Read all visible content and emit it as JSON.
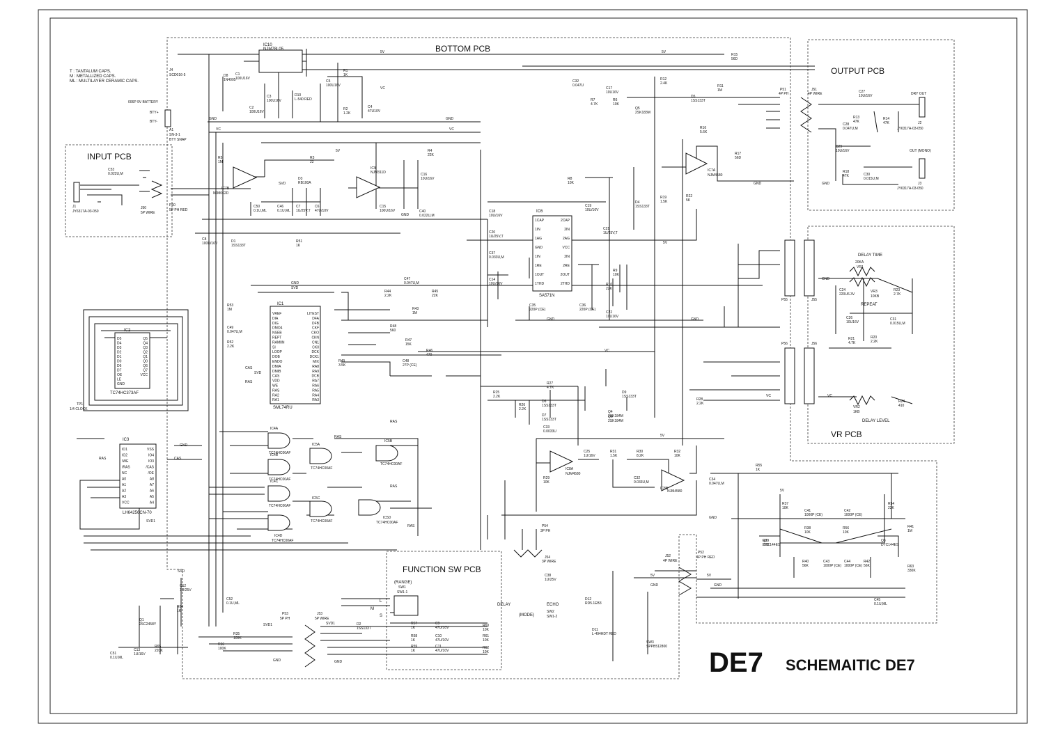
{
  "sections": {
    "bottom": "BOTTOM PCB",
    "output": "OUTPUT PCB",
    "input": "INPUT PCB",
    "vr": "VR PCB",
    "function_sw": "FUNCTION SW PCB"
  },
  "title": {
    "model": "DE7",
    "caption": "SCHEMAITIC DE7"
  },
  "legend": [
    "T : TANTALUM CAPS.",
    "M : METALLIZED CAPS.",
    "ML : MULTILAYER CERAMIC CAPS."
  ],
  "controls": {
    "delay_time": "DELAY TIME",
    "repeat": "REPEAT",
    "delay_level": "DELAY LEVEL",
    "range": "(RANGE)",
    "delay": "DELAY",
    "echo": "ECHO",
    "mode": "(MODE)",
    "sw2": "SW2",
    "sw1_2": "SW1-2",
    "l": "L",
    "m": "M",
    "s": "S",
    "sw1": "SW1",
    "sw1_1": "SW1-1"
  },
  "jacks": {
    "dry_out": "DRY OUT",
    "out_mono": "OUT (MONO)",
    "j2": "J2",
    "j3": "J3",
    "jack_part": "JY6317A-03-050",
    "j1": "J1",
    "j1_part": "JY6317A-03-050"
  },
  "power": {
    "battery": "006P 9V BATTERY",
    "bty_plus": "BTY+",
    "bty_minus": "BTY-",
    "a1": "A1",
    "sn31": "SN-3-1",
    "bty_snap": "BTY SNAP",
    "j4": "J4",
    "j4_part": "SCD016-5",
    "tp1": "TP1",
    "clock": "1/4 CLOCK"
  },
  "ics": {
    "ic1_name": "IC1",
    "ic1_part": "SML74RU",
    "ic2_name": "IC2",
    "ic2_part": "TC74HC373AF",
    "ic3_name": "IC3",
    "ic3_part": "LH64256CN-70",
    "ic6_name": "IC6",
    "ic6_part": "SA571N",
    "ic10_name": "IC10",
    "ic10_part": "NJM78L05",
    "ic4a": "IC4A",
    "ic4b": "IC4B",
    "ic4c": "IC4C",
    "ic4d": "IC4D",
    "ic4_part": "TC74HC00AF",
    "ic5a": "IC5A",
    "ic5b": "IC5B",
    "ic5c": "IC5C",
    "ic5d": "IC5D",
    "ic5_part": "TC74HC00AF",
    "ic7a": "IC7A",
    "ic7_part": "NJM4580",
    "ic7b": "IC7B",
    "ic7b_part": "NJM062D",
    "ic8a": "IC8A",
    "ic8b": "IC8B",
    "ic8_part": "NJM4580",
    "ic9": "IC9",
    "ic9_part": "NJM311D"
  },
  "ic1_pins_left": [
    "VREF",
    "DIA",
    "DIG",
    "DMO4",
    "NSEB",
    "REPT",
    "RAMIIN",
    "SI",
    "LOOP",
    "DOB",
    "ENDO",
    "DMIA",
    "DMIB",
    "CAS",
    "VDD",
    "WE",
    "RAS",
    "RA2",
    "RA1"
  ],
  "ic1_pins_right": [
    "LITEST",
    "DFA",
    "DFB",
    "CKF",
    "CKO",
    "CKN",
    "CN1",
    "CK0",
    "DCK",
    "DCK1",
    "MIX",
    "RA8",
    "RA9",
    "DCB",
    "RA7",
    "RA6",
    "RA5",
    "RA4",
    "RA3"
  ],
  "ic2_pins_left": [
    "D5",
    "D4",
    "D3",
    "D2",
    "D1",
    "D0",
    "D6",
    "D7",
    "OE",
    "LE",
    "GND"
  ],
  "ic2_pins_right": [
    "Q5",
    "Q4",
    "Q3",
    "Q2",
    "Q1",
    "Q0",
    "Q6",
    "Q7",
    "VCC"
  ],
  "ic3_pins_left": [
    "IO1",
    "IO2",
    "/WE",
    "/RAS",
    "NC",
    "A0",
    "A1",
    "A2",
    "A3",
    "VCC"
  ],
  "ic3_pins_right": [
    "VSS",
    "IO4",
    "IO3",
    "/CAS",
    "/OE",
    "A8",
    "A7",
    "A6",
    "A5",
    "A4"
  ],
  "ic6_pins_left": [
    "1CAP",
    "1IN",
    "1AG",
    "GND",
    "1IN",
    "1RE",
    "1OUT",
    "1THD"
  ],
  "ic6_pins_right": [
    "2CAP",
    "2IN",
    "2AG",
    "VCC",
    "2IN",
    "2RE",
    "2OUT",
    "2THD"
  ],
  "nets": {
    "v5": "5V",
    "vc": "VC",
    "gnd": "GND",
    "svd": "SVD",
    "svd1": "SVD1",
    "cas": "CAS",
    "ras": "RAS"
  },
  "connectors": {
    "p51": "P51",
    "p51_desc": "4P PH",
    "j51": "J51",
    "j51_desc": "4P WIRE",
    "p50": "P50",
    "p50_desc": "5P PH RED",
    "j50": "J50",
    "j50_desc": "5P WIRE",
    "p52": "P52",
    "p52_desc": "4P PH RED",
    "j52": "J52",
    "j52_desc": "4P WIRE",
    "p53": "P53",
    "p53_desc": "5P PH",
    "j53": "J53",
    "j53_desc": "5P WIRE",
    "p54": "P54",
    "p54_desc": "3P PH",
    "j54": "J54",
    "j54_desc": "3P WIRE",
    "p55": "P55",
    "j55": "J55",
    "p56": "P56",
    "j56": "J56"
  },
  "parts": {
    "r15": "R15",
    "r15v": "56D",
    "r11": "R11",
    "r11v": "1M",
    "r12": "R12",
    "r12v": "2.4K",
    "r7": "R7",
    "r7v": "4.7K",
    "r6": "R6",
    "r6v": "10K",
    "r8": "R8",
    "r8v": "10K",
    "r16": "R16",
    "r16v": "5.6K",
    "r17": "R17",
    "r17v": "56D",
    "r19": "R19",
    "r19v": "1.5K",
    "r22": "R22",
    "r22v": "5K",
    "r1": "R1",
    "r1v": "1K",
    "r2": "R2",
    "r2v": "1.2K",
    "r3": "R3",
    "r3v": "22",
    "r4": "R4",
    "r4v": "22K",
    "r5": "R5",
    "r5v": "1M",
    "r51": "R51",
    "r51v": "1K",
    "r9": "R9",
    "r9v": "10K",
    "r10": "R10",
    "r10v": "22K",
    "r45": "R45",
    "r45v": "22K",
    "r44": "R44",
    "r44v": "2.2K",
    "r43": "R43",
    "r43v": "1M",
    "r48": "R48",
    "r48v": "560",
    "r47": "R47",
    "r47v": "15K",
    "r46": "R46",
    "r46v": "470",
    "r49": "R49",
    "r49v": "3.5K",
    "r52": "R52",
    "r52v": "2.2K",
    "r53": "R53",
    "r53v": "1M",
    "r25": "R25",
    "r25v": "2.2K",
    "r26": "R26",
    "r26v": "2.2K",
    "r27": "R27",
    "r27v": "4.7K",
    "r28": "R28",
    "r28v": "2.2K",
    "r31": "R31",
    "r31v": "1.5K",
    "r30": "R30",
    "r30v": "8.2K",
    "r32": "R32",
    "r32v": "10K",
    "r29": "R29",
    "r29v": "10K",
    "r35": "R35",
    "r35v": "100K",
    "r36": "R36",
    "r36v": "100K",
    "r37": "R37",
    "r37v": "10K",
    "r38": "R38",
    "r38v": "10K",
    "r39": "R39",
    "r39v": "22D",
    "r40": "R40",
    "r40v": "56K",
    "r54": "R54",
    "r54v": "22K",
    "r41": "R41",
    "r41v": "1M",
    "r42": "R42",
    "r42v": "56K",
    "r63": "R63",
    "r63v": "330K",
    "r55": "R55",
    "r55v": "1K",
    "r56": "R56",
    "r56v": "10K",
    "r57": "R57",
    "r57v": "1K",
    "r58": "R58",
    "r58v": "1K",
    "r59": "R59",
    "r59v": "1K",
    "r60": "R60",
    "r60v": "10K",
    "r61": "R61",
    "r61v": "10K",
    "r62": "R62",
    "r62v": "10K",
    "r64": "R64",
    "r64v": "1K",
    "r65": "R65",
    "r65v": "220K",
    "r13": "R13",
    "r13v": "47K",
    "r14": "R14",
    "r14v": "47K",
    "r18": "R18",
    "r18v": "47K",
    "r20": "R20",
    "r20v": "2.2K",
    "r21": "R21",
    "r21v": "4.7K",
    "r23": "R23",
    "r23v": "2.7K",
    "r24": "R24",
    "r24v": "410",
    "c27": "C27",
    "c27v": "10U/16V",
    "c28": "C28",
    "c28v": "0.047U,M",
    "c29": "C29",
    "c29v": "10U/16V",
    "c30": "C30",
    "c30v": "0.015U,M",
    "c53": "C53",
    "c53v": "0.022U,M",
    "c1": "C1",
    "c1v": "100U16V",
    "c2": "C2",
    "c2v": "100U16V",
    "c3": "C3",
    "c3v": "100U16V",
    "c4": "C4",
    "c4v": "47U10V",
    "c5": "C5",
    "c5v": "100U16V",
    "c16": "C16",
    "c16v": "10U/16V",
    "c17": "C17",
    "c17v": "10U16V",
    "c32": "C32",
    "c32v": "0.047U",
    "c15": "C15",
    "c15v": "100U/16V",
    "c40": "C40",
    "c40v": "0.022U,M",
    "c50": "C50",
    "c50v": "0.1U,ML",
    "c46": "C46",
    "c46v": "0.1U,ML",
    "c7": "C7",
    "c7v": "1U/25V,T",
    "c6": "C6",
    "c6v": "47U/10V",
    "c8": "C8",
    "c8v": "100U/16V",
    "c18": "C18",
    "c18v": "10U/16V",
    "c20": "C20",
    "c20v": "1U/25V,T",
    "c37": "C37",
    "c37v": "0.033U,M",
    "c14": "C14",
    "c14v": "10U/16V",
    "c19": "C19",
    "c19v": "10U/16V",
    "c21": "C21",
    "c21v": "1U/25V,T",
    "c35": "C35",
    "c35v": "220P (CE)",
    "c36": "C36",
    "c36v": "220P (CE)",
    "c22": "C22",
    "c22v": "10U16V",
    "c47": "C47",
    "c47v": "0.047U,M",
    "c49": "C49",
    "c49v": "0.047U,M",
    "c48": "C48",
    "c48v": "27P (CE)",
    "c33": "C33",
    "c33v": "0.0033U",
    "c25": "C25",
    "c25v": "1U/16V",
    "c32b": "C32",
    "c32bv": "0.033U,M",
    "c34": "C34",
    "c34v": "0.047U,M",
    "c24": "C24",
    "c24v": "220U6.3V",
    "c26": "C26",
    "c26v": "10U16V",
    "c31": "C31",
    "c31v": "0.015U,M",
    "c41": "C41",
    "c41v": "1000P (CE)",
    "c42": "C42",
    "c42v": "1000P (CE)",
    "c43": "C43",
    "c43v": "1000P (CE)",
    "c44": "C44",
    "c44v": "1000P (CE)",
    "c45": "C45",
    "c45v": "0.1U,ML",
    "c12": "C12",
    "c12v": "1U/25V",
    "c51": "C51",
    "c51v": "0.1U,ML",
    "c52": "C52",
    "c52v": "0.1U,ML",
    "c13": "C13",
    "c13v": "1U/16V",
    "c38": "C38",
    "c38v": "1U/25V",
    "c9": "C9",
    "c9v": "47U/10V",
    "c10": "C10",
    "c10v": "47U/10V",
    "c11": "C11",
    "c11v": "47U/10V",
    "d1": "D1",
    "d1v": "1SS133T",
    "d2": "D2",
    "d2v": "1SS133T",
    "d3": "D3",
    "d3v": "RB100A",
    "d4": "D4",
    "d4v": "1SS133T",
    "d5": "D5",
    "d5v": "1SS133T",
    "d6": "D6",
    "d6v": "1SS133T",
    "d7": "D7",
    "d7v": "1SS133T",
    "d8": "D8",
    "d8v": "1N4005",
    "d9": "D9",
    "d9v": "1SS133T",
    "d10": "D10",
    "d10v": "L-540 RED",
    "d11": "D11",
    "d11v": "L-494HDT RED",
    "d12": "D12",
    "d12v": "RD5.1EB3",
    "q1": "Q1",
    "q1v": "2SC2458Y",
    "q2": "Q2",
    "q2v": "DTC144ES",
    "q3": "Q3",
    "q3v": "DTC144ES",
    "q4": "Q4",
    "q4v": "2SK184M",
    "q5": "Q5",
    "q5v": "2SK183M",
    "q6": "Q6",
    "q6v": "2SK184M",
    "vr1": "VR1",
    "vr1v": "20KA",
    "vr2": "VR2",
    "vr2v": "1KB",
    "vr3": "VR3",
    "vr3v": "10KB",
    "sw3": "SW3",
    "sw3v": "SPPB512800"
  }
}
